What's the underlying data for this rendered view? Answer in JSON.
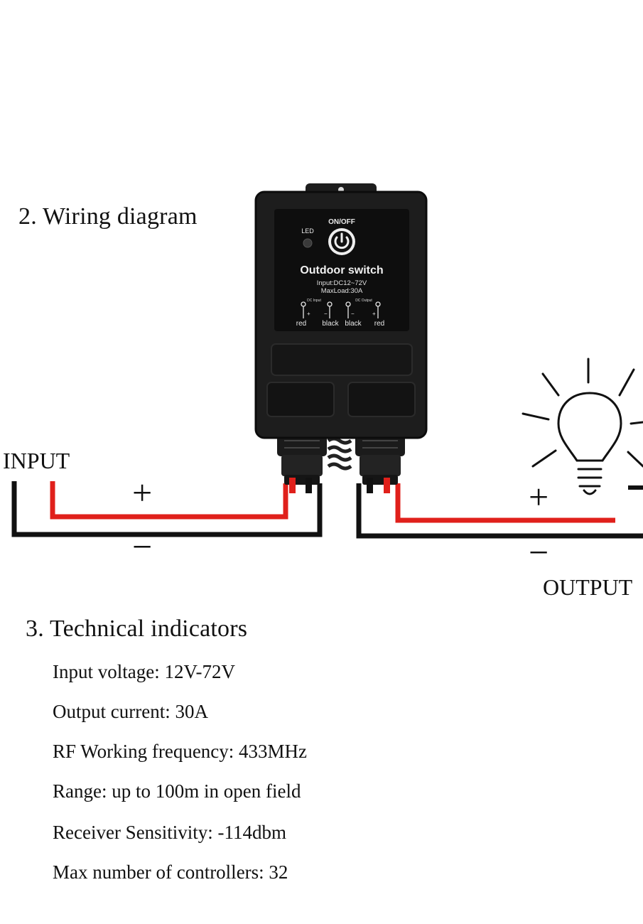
{
  "sections": {
    "wiring_title": "2. Wiring diagram",
    "technical_title": "3. Technical indicators"
  },
  "device": {
    "led_label": "LED",
    "power_label": "ON/OFF",
    "name": "Outdoor switch",
    "input_spec": "Input:DC12~72V",
    "max_load": "MaxLoad:30A",
    "dc_input_label": "DC Input",
    "dc_output_label": "DC Output",
    "terminals": [
      "red",
      "black",
      "black",
      "red"
    ],
    "terminal_signs": [
      "+",
      "−",
      "−",
      "+"
    ],
    "power_icon": "power-icon"
  },
  "wiring": {
    "input_label": "INPUT",
    "output_label": "OUTPUT",
    "plus": "+",
    "minus": "−",
    "wire_colors": {
      "positive": "#e0201b",
      "negative": "#111111"
    },
    "load_icon": "light-bulb-icon"
  },
  "specs": [
    "Input voltage: 12V-72V",
    "Output current: 30A",
    "RF Working frequency: 433MHz",
    "Range: up to 100m in open field",
    "Receiver Sensitivity: -114dbm",
    "Max number of controllers: 32"
  ]
}
